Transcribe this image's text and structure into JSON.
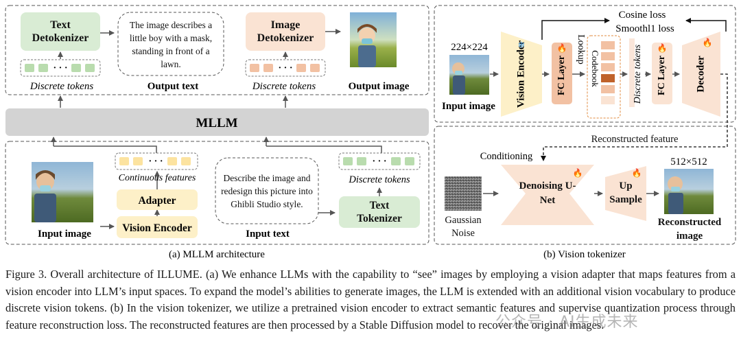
{
  "mllm": {
    "label": "MLLM",
    "text_detokenizer": "Text Detokenizer",
    "image_detokenizer": "Image Detokenizer",
    "output_text_content": "The image describes a little boy with a mask, standing in front of a lawn.",
    "output_text_label": "Output text",
    "output_image_label": "Output image",
    "discrete_tokens": "Discrete tokens",
    "input_image_label": "Input image",
    "vision_encoder": "Vision Encoder",
    "adapter": "Adapter",
    "continuous_features": "Continuous features",
    "input_text_content": "Describe the image and redesign this picture into Ghibli Studio style.",
    "input_text_label": "Input text",
    "text_tokenizer": "Text Tokenizer",
    "caption": "(a) MLLM architecture"
  },
  "tokenizer": {
    "input_size": "224×224",
    "input_image_label": "Input image",
    "vision_encoder": "Vision Encoder",
    "fc_layer": "FC Layer",
    "lookup": "Lookup",
    "codebook": "Codebook",
    "discrete_tokens": "Discrete tokens",
    "fc_layer_2": "FC Layer",
    "decoder": "Decoder",
    "loss_line1": "Cosine loss",
    "loss_line2": "Smoothl1 loss",
    "reconstructed_feature": "Reconstructed feature",
    "conditioning": "Conditioning",
    "output_size": "512×512",
    "denoising": "Denoising U-Net",
    "up_sample": "Up Sample",
    "gaussian_noise": "Gaussian Noise",
    "reconstructed_image": "Reconstructed image",
    "caption": "(b) Vision tokenizer"
  },
  "caption": "Figure 3. Overall architecture of ILLUME. (a) We enhance LLMs with the capability to “see” images by employing a vision adapter that maps features from a vision encoder into LLM’s input spaces. To expand the model’s abilities to generate images, the LLM is extended with an additional vision vocabulary to produce discrete vision tokens. (b) In the vision tokenizer, we utilize a pretrained vision encoder to extract semantic features and supervise quantization process through feature reconstruction loss. The reconstructed features are then processed by a Stable Diffusion model to recover the original images.",
  "watermark": "公众号 · AI生成未来",
  "colors": {
    "green": "#d9ecd4",
    "yellow": "#fdf0c8",
    "peach": "#fae3d3",
    "salmon": "#f2c1a3",
    "gray": "#d3d3d3",
    "dark_orange": "#c0622a"
  }
}
